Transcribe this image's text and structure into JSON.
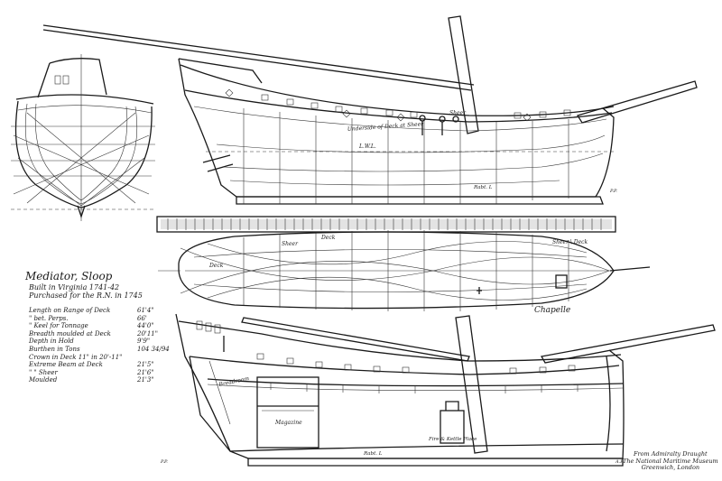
{
  "title": "Mediator, Sloop",
  "built": "Built in Virginia 1741-42",
  "purchased": "Purchased for the R.N. in 1745",
  "dimensions": [
    {
      "label": "Length on Range of Deck",
      "value": "61'4\""
    },
    {
      "label": "\"   bet. Perps.",
      "value": "66'"
    },
    {
      "label": "\"   Keel for Tonnage",
      "value": "44'0\""
    },
    {
      "label": "Breadth moulded at Deck",
      "value": "20'11\""
    },
    {
      "label": "Depth in Hold",
      "value": "9'9\""
    },
    {
      "label": "Burthen in Tons",
      "value": "104 34/94"
    },
    {
      "label": "Crown in Deck 11\" in 20'-11\"",
      "value": ""
    },
    {
      "label": "Extreme Beam at Deck",
      "value": "21'5\""
    },
    {
      "label": "\"   \"   Sheer",
      "value": "21'6\""
    },
    {
      "label": "Moulded",
      "value": "21'3\""
    }
  ],
  "annotations": {
    "underside_deck": "Underside of Deck at Sheer",
    "lwl": "L.W.L.",
    "sheer_upper": "Sheer",
    "rabbet_upper": "Rabt. L",
    "sheer_mid_left": "Sheer",
    "deck_mid": "Deck",
    "sheer_deck_right": "Sheer \\ Deck",
    "deck_left": "Deck",
    "breadroom": "Breadroom",
    "magazine": "Magazine",
    "fire_hearth": "Fire & Kettle Place",
    "rabbet_lower": "Rabt. L"
  },
  "signature": "Chapelle",
  "source": [
    "From Admiralty Draught",
    "The National Maritime Museum",
    "Greenwich, London"
  ],
  "marks": [
    "P.P.",
    "P.P.",
    "A.P."
  ],
  "colors": {
    "ink": "#1a1a1a",
    "paper": "#ffffff"
  }
}
